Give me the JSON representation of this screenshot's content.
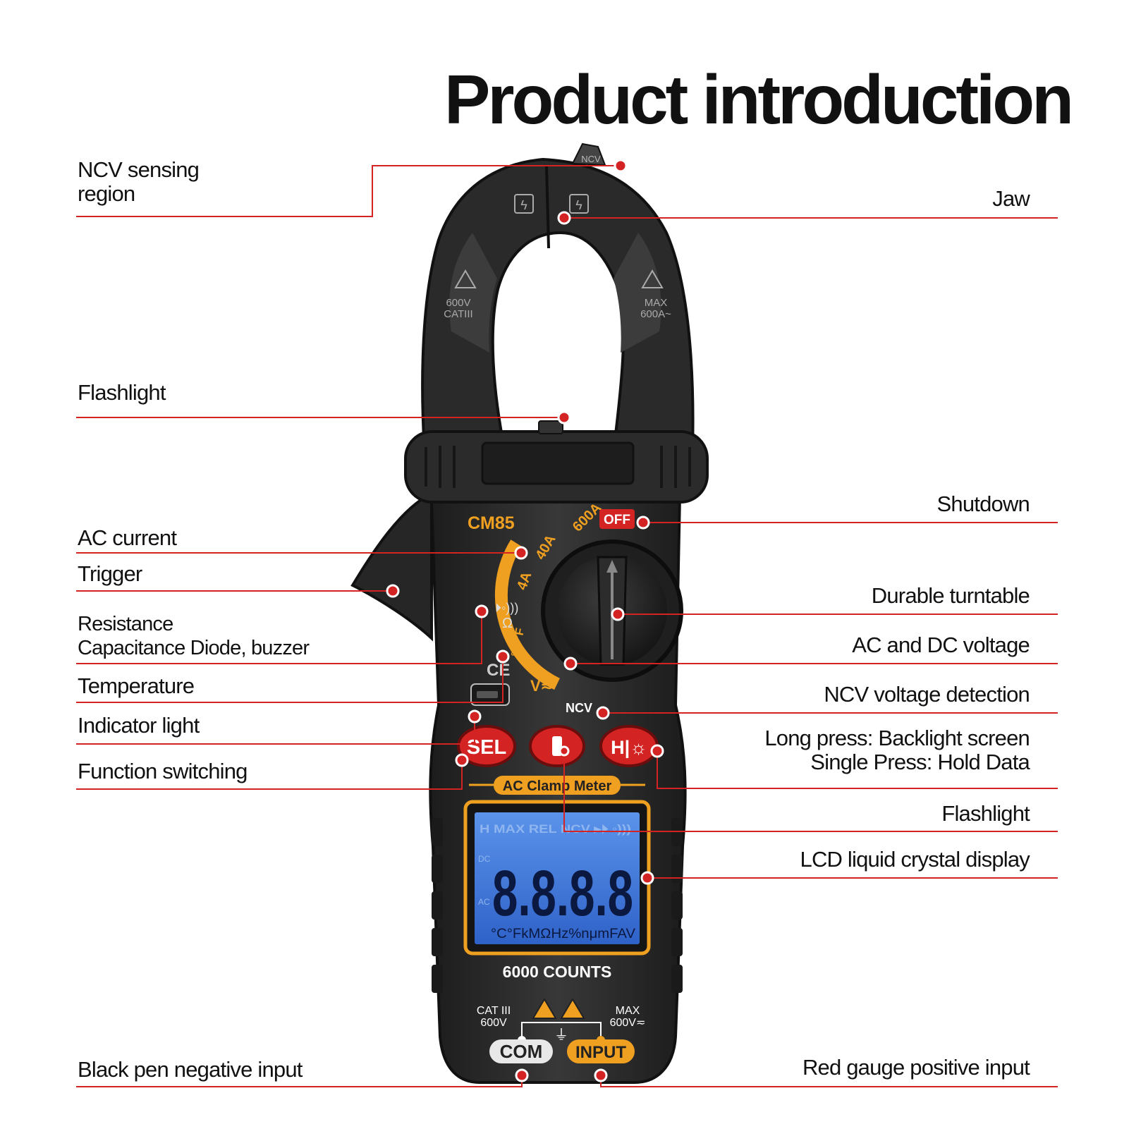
{
  "title": "Product introduction",
  "accent_color": "#d42323",
  "device": {
    "model": "CM85",
    "product_name": "AC Clamp Meter",
    "counts": "6000 COUNTS",
    "buttons": [
      "SEL",
      "H|☼"
    ],
    "dial": {
      "off": "OFF",
      "ranges": [
        "600A",
        "40A",
        "4A"
      ],
      "ncv": "NCV",
      "volt": "V≂",
      "temp": "°C °F",
      "resistance": "Ω"
    },
    "jaw_top_tag": "NCV",
    "jaw_left_marking": [
      "600V",
      "CATIII"
    ],
    "jaw_right_marking": [
      "MAX",
      "600A~"
    ],
    "lcd": {
      "top_row": "H MAX REL NCV ▸⏵ ◦)))",
      "digits": "8.8.8.8",
      "dc": "DC",
      "ac": "AC",
      "units": "°C°FkMΩHz%nμmFAV"
    },
    "terminals": {
      "cat": [
        "CAT III",
        "600V"
      ],
      "max": [
        "MAX",
        "600V≂"
      ],
      "com": "COM",
      "input": "INPUT"
    }
  },
  "labels_left": [
    {
      "id": "ncv-sensing-region",
      "lines": [
        "NCV sensing",
        "region"
      ]
    },
    {
      "id": "flashlight-top",
      "lines": [
        "Flashlight"
      ]
    },
    {
      "id": "ac-current",
      "lines": [
        "AC current"
      ]
    },
    {
      "id": "trigger",
      "lines": [
        "Trigger"
      ]
    },
    {
      "id": "resistance",
      "lines": [
        "Resistance",
        "Capacitance Diode, buzzer"
      ]
    },
    {
      "id": "temperature",
      "lines": [
        "Temperature"
      ]
    },
    {
      "id": "indicator-light",
      "lines": [
        "Indicator light"
      ]
    },
    {
      "id": "function-switching",
      "lines": [
        "Function switching"
      ]
    },
    {
      "id": "black-pen",
      "lines": [
        "Black pen negative input"
      ]
    }
  ],
  "labels_right": [
    {
      "id": "jaw",
      "lines": [
        "Jaw"
      ]
    },
    {
      "id": "shutdown",
      "lines": [
        "Shutdown"
      ]
    },
    {
      "id": "durable-turntable",
      "lines": [
        "Durable turntable"
      ]
    },
    {
      "id": "ac-dc-voltage",
      "lines": [
        "AC and DC voltage"
      ]
    },
    {
      "id": "ncv-voltage-detection",
      "lines": [
        "NCV voltage detection"
      ]
    },
    {
      "id": "long-press",
      "lines": [
        "Long press: Backlight screen",
        "Single Press: Hold Data"
      ]
    },
    {
      "id": "flashlight-bottom",
      "lines": [
        "Flashlight"
      ]
    },
    {
      "id": "lcd-display",
      "lines": [
        "LCD liquid crystal display"
      ]
    },
    {
      "id": "red-gauge",
      "lines": [
        "Red gauge positive input"
      ]
    }
  ]
}
